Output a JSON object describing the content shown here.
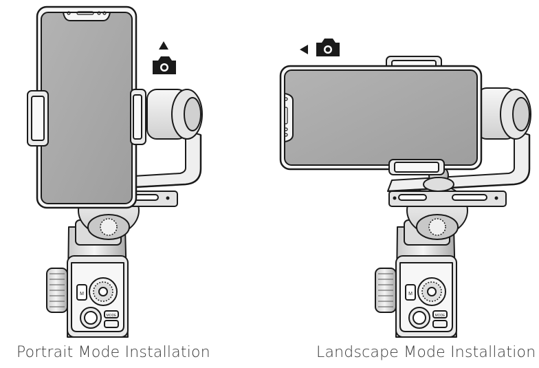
{
  "captions": {
    "portrait": "Portrait Mode Installation",
    "landscape": "Landscape Mode Installation"
  },
  "gimbal_button_labels": {
    "side_button": "M",
    "mode_button": "MODE"
  },
  "icons": {
    "portrait_indicator": [
      "arrow-up-icon",
      "camera-icon"
    ],
    "landscape_indicator": [
      "arrow-left-icon",
      "camera-icon"
    ]
  },
  "colors": {
    "line": "#1a1a1a",
    "phone_screen": "#a9a9a9",
    "metal_light": "#efefef",
    "metal_mid": "#d6d6d6",
    "metal_dark": "#9a9a9a"
  }
}
